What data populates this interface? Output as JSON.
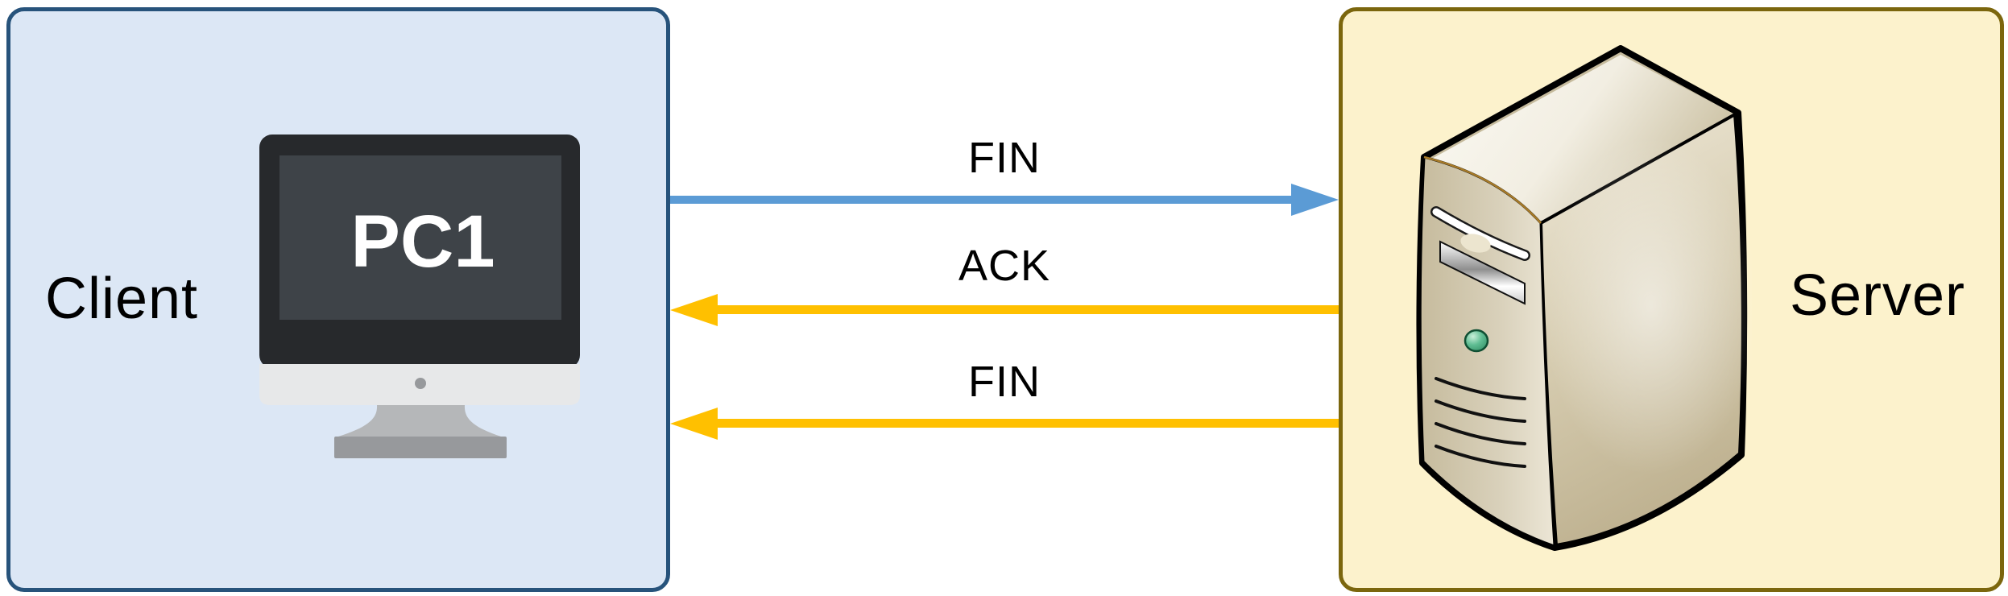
{
  "client": {
    "label": "Client",
    "device": {
      "screen_label": "PC1"
    }
  },
  "server": {
    "label": "Server"
  },
  "messages": [
    {
      "label": "FIN",
      "from": "client",
      "to": "server",
      "color": "#5B9BD5"
    },
    {
      "label": "ACK",
      "from": "server",
      "to": "client",
      "color": "#FFC000"
    },
    {
      "label": "FIN",
      "from": "server",
      "to": "client",
      "color": "#FFC000"
    }
  ],
  "colors": {
    "client_box_fill": "#DCE7F5",
    "client_box_border": "#27537B",
    "server_box_fill": "#FCF2CC",
    "server_box_border": "#7B660D",
    "arrow_client_to_server": "#5B9BD5",
    "arrow_server_to_client": "#FFC000",
    "label_text": "#000000",
    "monitor_screen": "#3E4348",
    "led_indicator": "#4DAF87"
  }
}
